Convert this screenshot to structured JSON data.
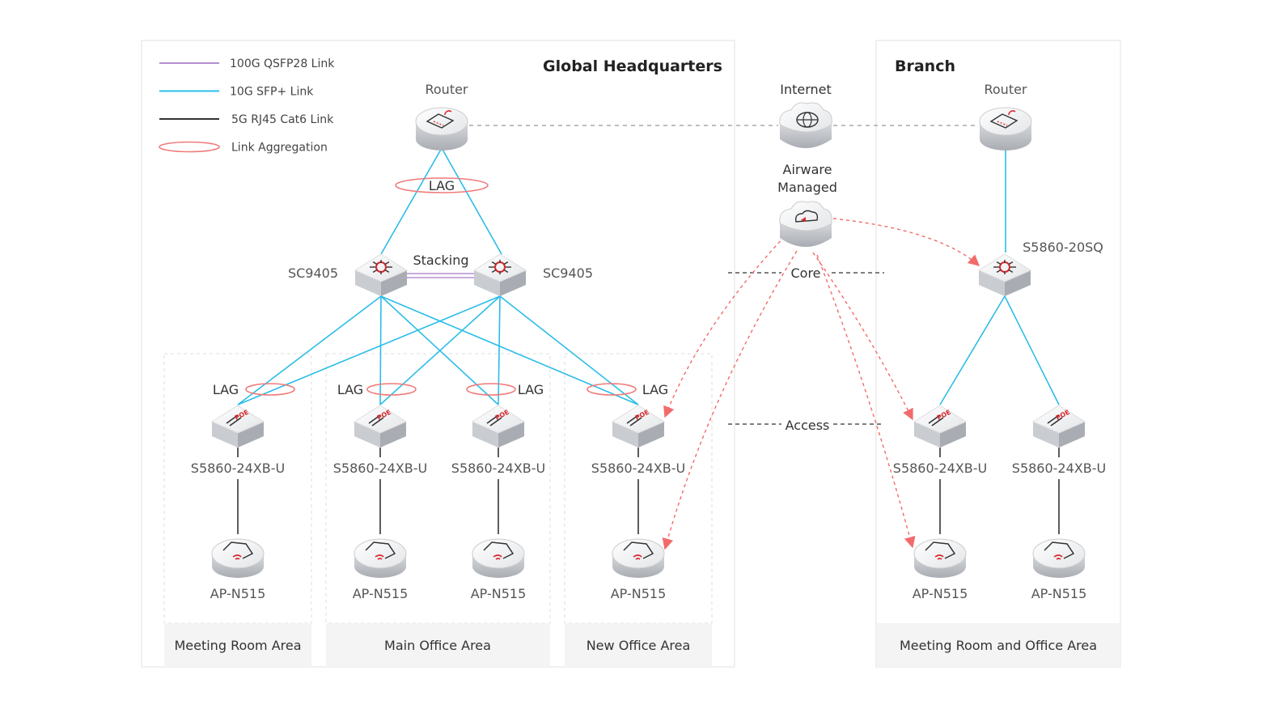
{
  "legend": [
    {
      "label": "100G QSFP28 Link",
      "color": "#b48fd0",
      "style": "line"
    },
    {
      "label": "10G SFP+ Link",
      "color": "#2bbde8",
      "style": "line"
    },
    {
      "label": "5G RJ45 Cat6 Link",
      "color": "#333333",
      "style": "line"
    },
    {
      "label": "Link Aggregation",
      "color": "#f07a7a",
      "style": "ellipse"
    }
  ],
  "sites": {
    "hq": {
      "title": "Global Headquarters"
    },
    "branch": {
      "title": "Branch"
    }
  },
  "areas": {
    "meeting": "Meeting Room Area",
    "main": "Main Office Area",
    "new": "New Office Area",
    "branch": "Meeting Room and Office Area"
  },
  "nodes": {
    "hq_router": {
      "label": "Router",
      "type": "router"
    },
    "internet": {
      "label": "Internet",
      "type": "cloud-internet"
    },
    "branch_router": {
      "label": "Router",
      "type": "router"
    },
    "airware": {
      "label_line1": "Airware",
      "label_line2": "Managed",
      "type": "cloud-managed"
    },
    "core_left": {
      "label": "SC9405",
      "type": "core-switch"
    },
    "core_right": {
      "label": "SC9405",
      "type": "core-switch"
    },
    "branch_core": {
      "label": "S5860-20SQ",
      "type": "core-switch"
    },
    "access": [
      {
        "label": "S5860-24XB-U",
        "type": "poe-switch"
      },
      {
        "label": "S5860-24XB-U",
        "type": "poe-switch"
      },
      {
        "label": "S5860-24XB-U",
        "type": "poe-switch"
      },
      {
        "label": "S5860-24XB-U",
        "type": "poe-switch"
      },
      {
        "label": "S5860-24XB-U",
        "type": "poe-switch"
      },
      {
        "label": "S5860-24XB-U",
        "type": "poe-switch"
      }
    ],
    "aps": [
      {
        "label": "AP-N515",
        "type": "access-point"
      },
      {
        "label": "AP-N515",
        "type": "access-point"
      },
      {
        "label": "AP-N515",
        "type": "access-point"
      },
      {
        "label": "AP-N515",
        "type": "access-point"
      },
      {
        "label": "AP-N515",
        "type": "access-point"
      },
      {
        "label": "AP-N515",
        "type": "access-point"
      }
    ]
  },
  "labels": {
    "lag": "LAG",
    "stacking": "Stacking",
    "core": "Core",
    "access": "Access"
  },
  "colors": {
    "qsfp28": "#b48fd0",
    "sfp": "#2bbde8",
    "cat6": "#333333",
    "lag": "#f07a7a",
    "managed_arrow": "#f26b6b",
    "wan": "#999999",
    "accent_red": "#d9262c"
  }
}
